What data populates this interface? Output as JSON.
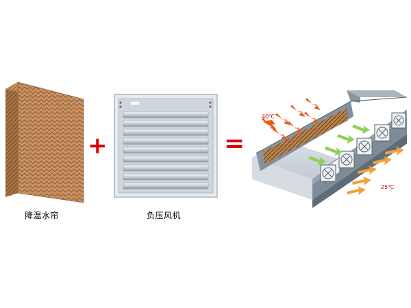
{
  "items": [
    {
      "label": "降温水帘"
    },
    {
      "label": "负压风机"
    }
  ],
  "operators": {
    "plus": "+",
    "equals": "="
  },
  "system": {
    "temp_in": "40℃",
    "temp_out": "25℃"
  },
  "colors": {
    "operator": "#e00000",
    "hot_air": "#e85a1c",
    "cool_air": "#8fcf5a",
    "exhaust_air": "#f2a23a",
    "pad": "#b87a4a",
    "fan_frame": "#b9c3cc"
  }
}
